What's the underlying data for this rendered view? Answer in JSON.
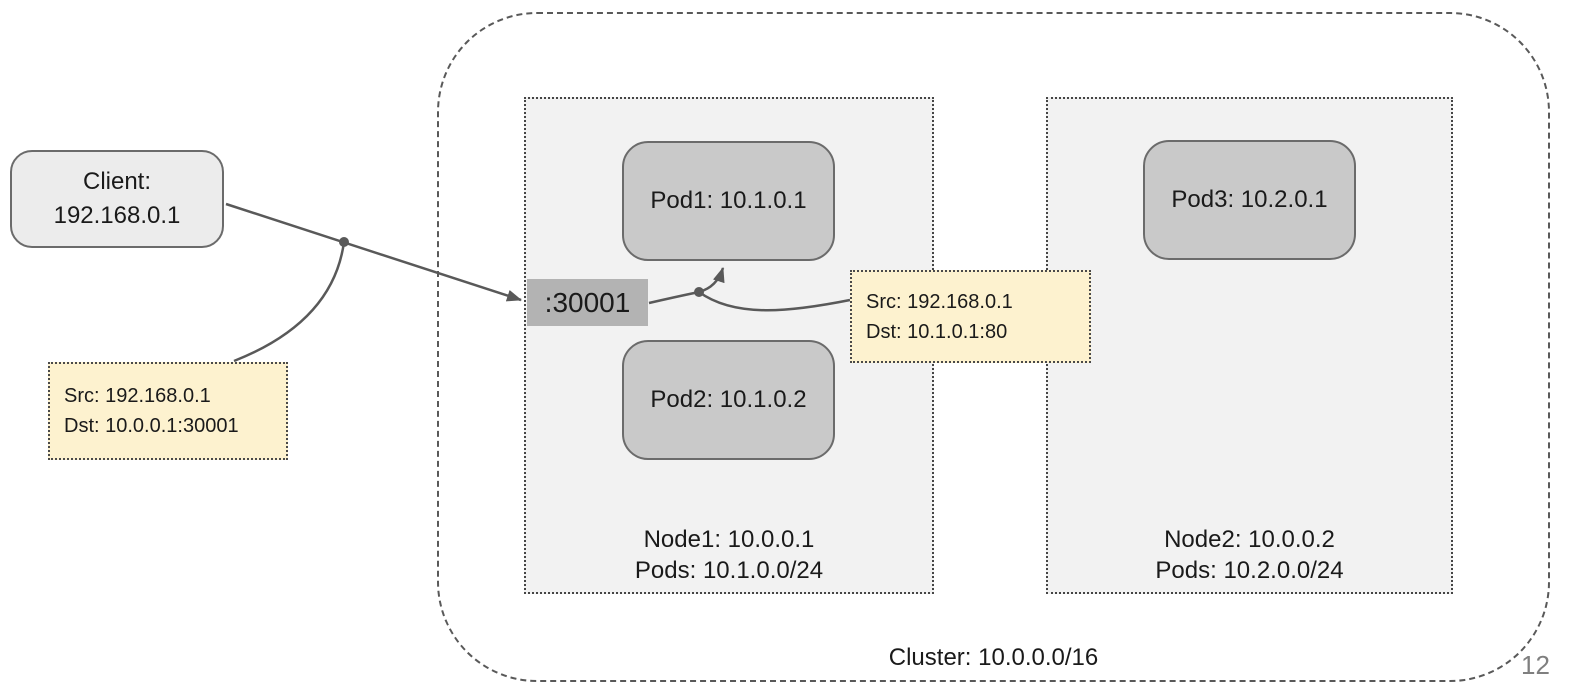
{
  "client": {
    "label_line1": "Client:",
    "label_line2": "192.168.0.1"
  },
  "node_port": {
    "label": ":30001"
  },
  "pods": [
    {
      "label": "Pod1: 10.1.0.1"
    },
    {
      "label": "Pod2: 10.1.0.2"
    },
    {
      "label": "Pod3: 10.2.0.1"
    }
  ],
  "nodes": [
    {
      "name": "Node1: 10.0.0.1",
      "pods_cidr": "Pods: 10.1.0.0/24"
    },
    {
      "name": "Node2: 10.0.0.2",
      "pods_cidr": "Pods: 10.2.0.0/24"
    }
  ],
  "cluster": {
    "label": "Cluster: 10.0.0.0/16"
  },
  "notes": [
    {
      "src": "Src: 192.168.0.1",
      "dst": "Dst: 10.0.0.1:30001"
    },
    {
      "src": "Src: 192.168.0.1",
      "dst": "Dst: 10.1.0.1:80"
    }
  ],
  "page": {
    "number": "12"
  },
  "colors": {
    "pod_fill": "#c9c9c9",
    "node_fill": "#f2f2f2",
    "client_fill": "#ececec",
    "note_fill": "#fdf2cf",
    "port_fill": "#b3b3b3",
    "line": "#595959"
  }
}
